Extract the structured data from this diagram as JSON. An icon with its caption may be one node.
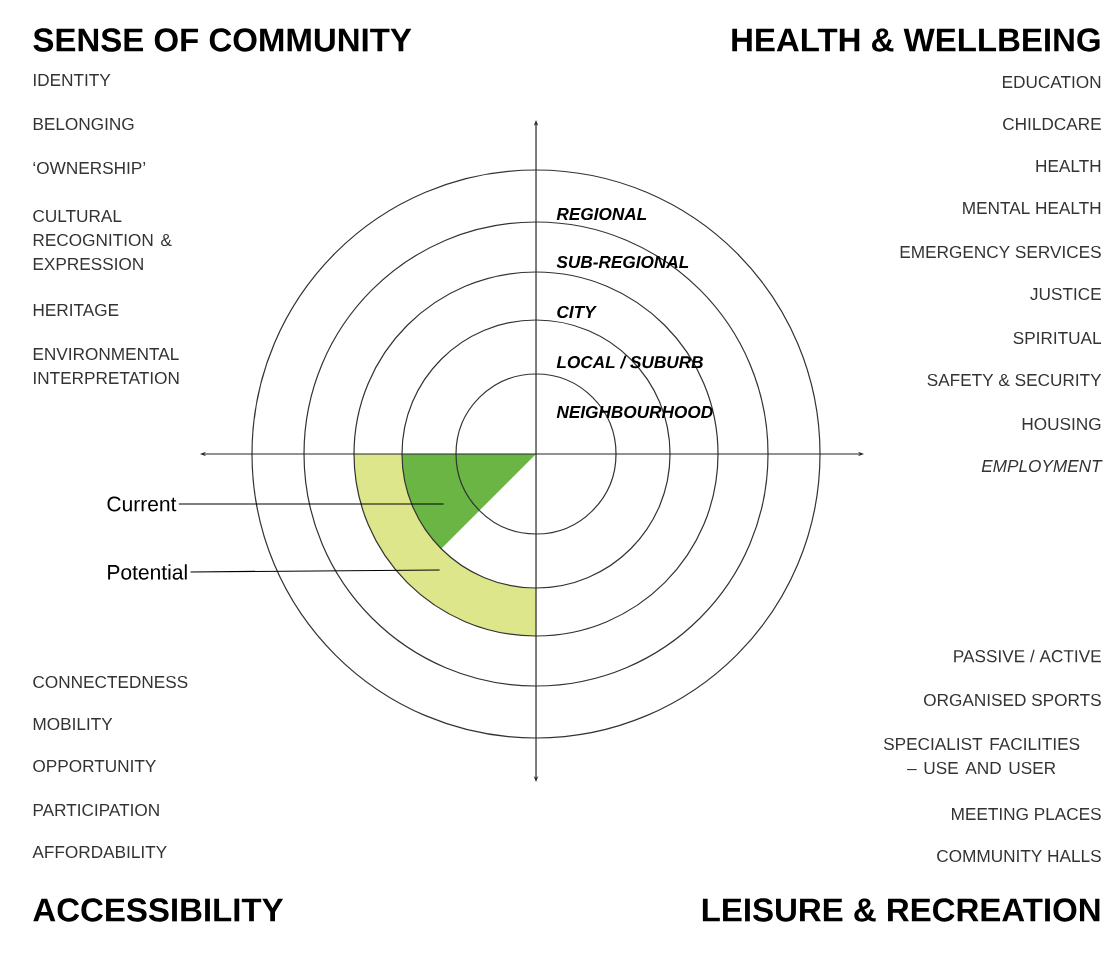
{
  "diagram": {
    "nodes": [
      {
        "text": [
          "Current"
        ]
      },
      {
        "text": [
          "Potential"
        ]
      },
      {
        "text": [],
        "shape": "wedge"
      },
      {
        "text": [],
        "shape": "band"
      }
    ],
    "edges": [
      {
        "from": 0,
        "to": 2,
        "arrow": "none"
      },
      {
        "from": 1,
        "to": 3,
        "arrow": "none"
      }
    ],
    "labels": [
      "SENSE OF COMMUNITY",
      "HEALTH & WELLBEING",
      "IDENTITY",
      "BELONGING",
      "‘OWNERSHIP’",
      "CULTURAL RECOGNITION & EXPRESSION",
      "HERITAGE",
      "ENVIRONMENTAL INTERPRETATION",
      "EDUCATION",
      "CHILDCARE",
      "HEALTH",
      "MENTAL HEALTH",
      "EMERGENCY SERVICES",
      "JUSTICE",
      "SPIRITUAL",
      "SAFETY & SECURITY",
      "HOUSING",
      "EMPLOYMENT",
      "REGIONAL",
      "SUB-REGIONAL",
      "CITY",
      "LOCAL / SUBURB",
      "NEIGHBOURHOOD",
      "CONNECTEDNESS",
      "MOBILITY",
      "OPPORTUNITY",
      "PARTICIPATION",
      "AFFORDABILITY",
      "PASSIVE / ACTIVE",
      "ORGANISED SPORTS",
      "SPECIALIST FACILITIES – USE AND USER",
      "MEETING PLACES",
      "COMMUNITY HALLS",
      "ACCESSIBILITY",
      "LEISURE & RECREATION"
    ]
  }
}
